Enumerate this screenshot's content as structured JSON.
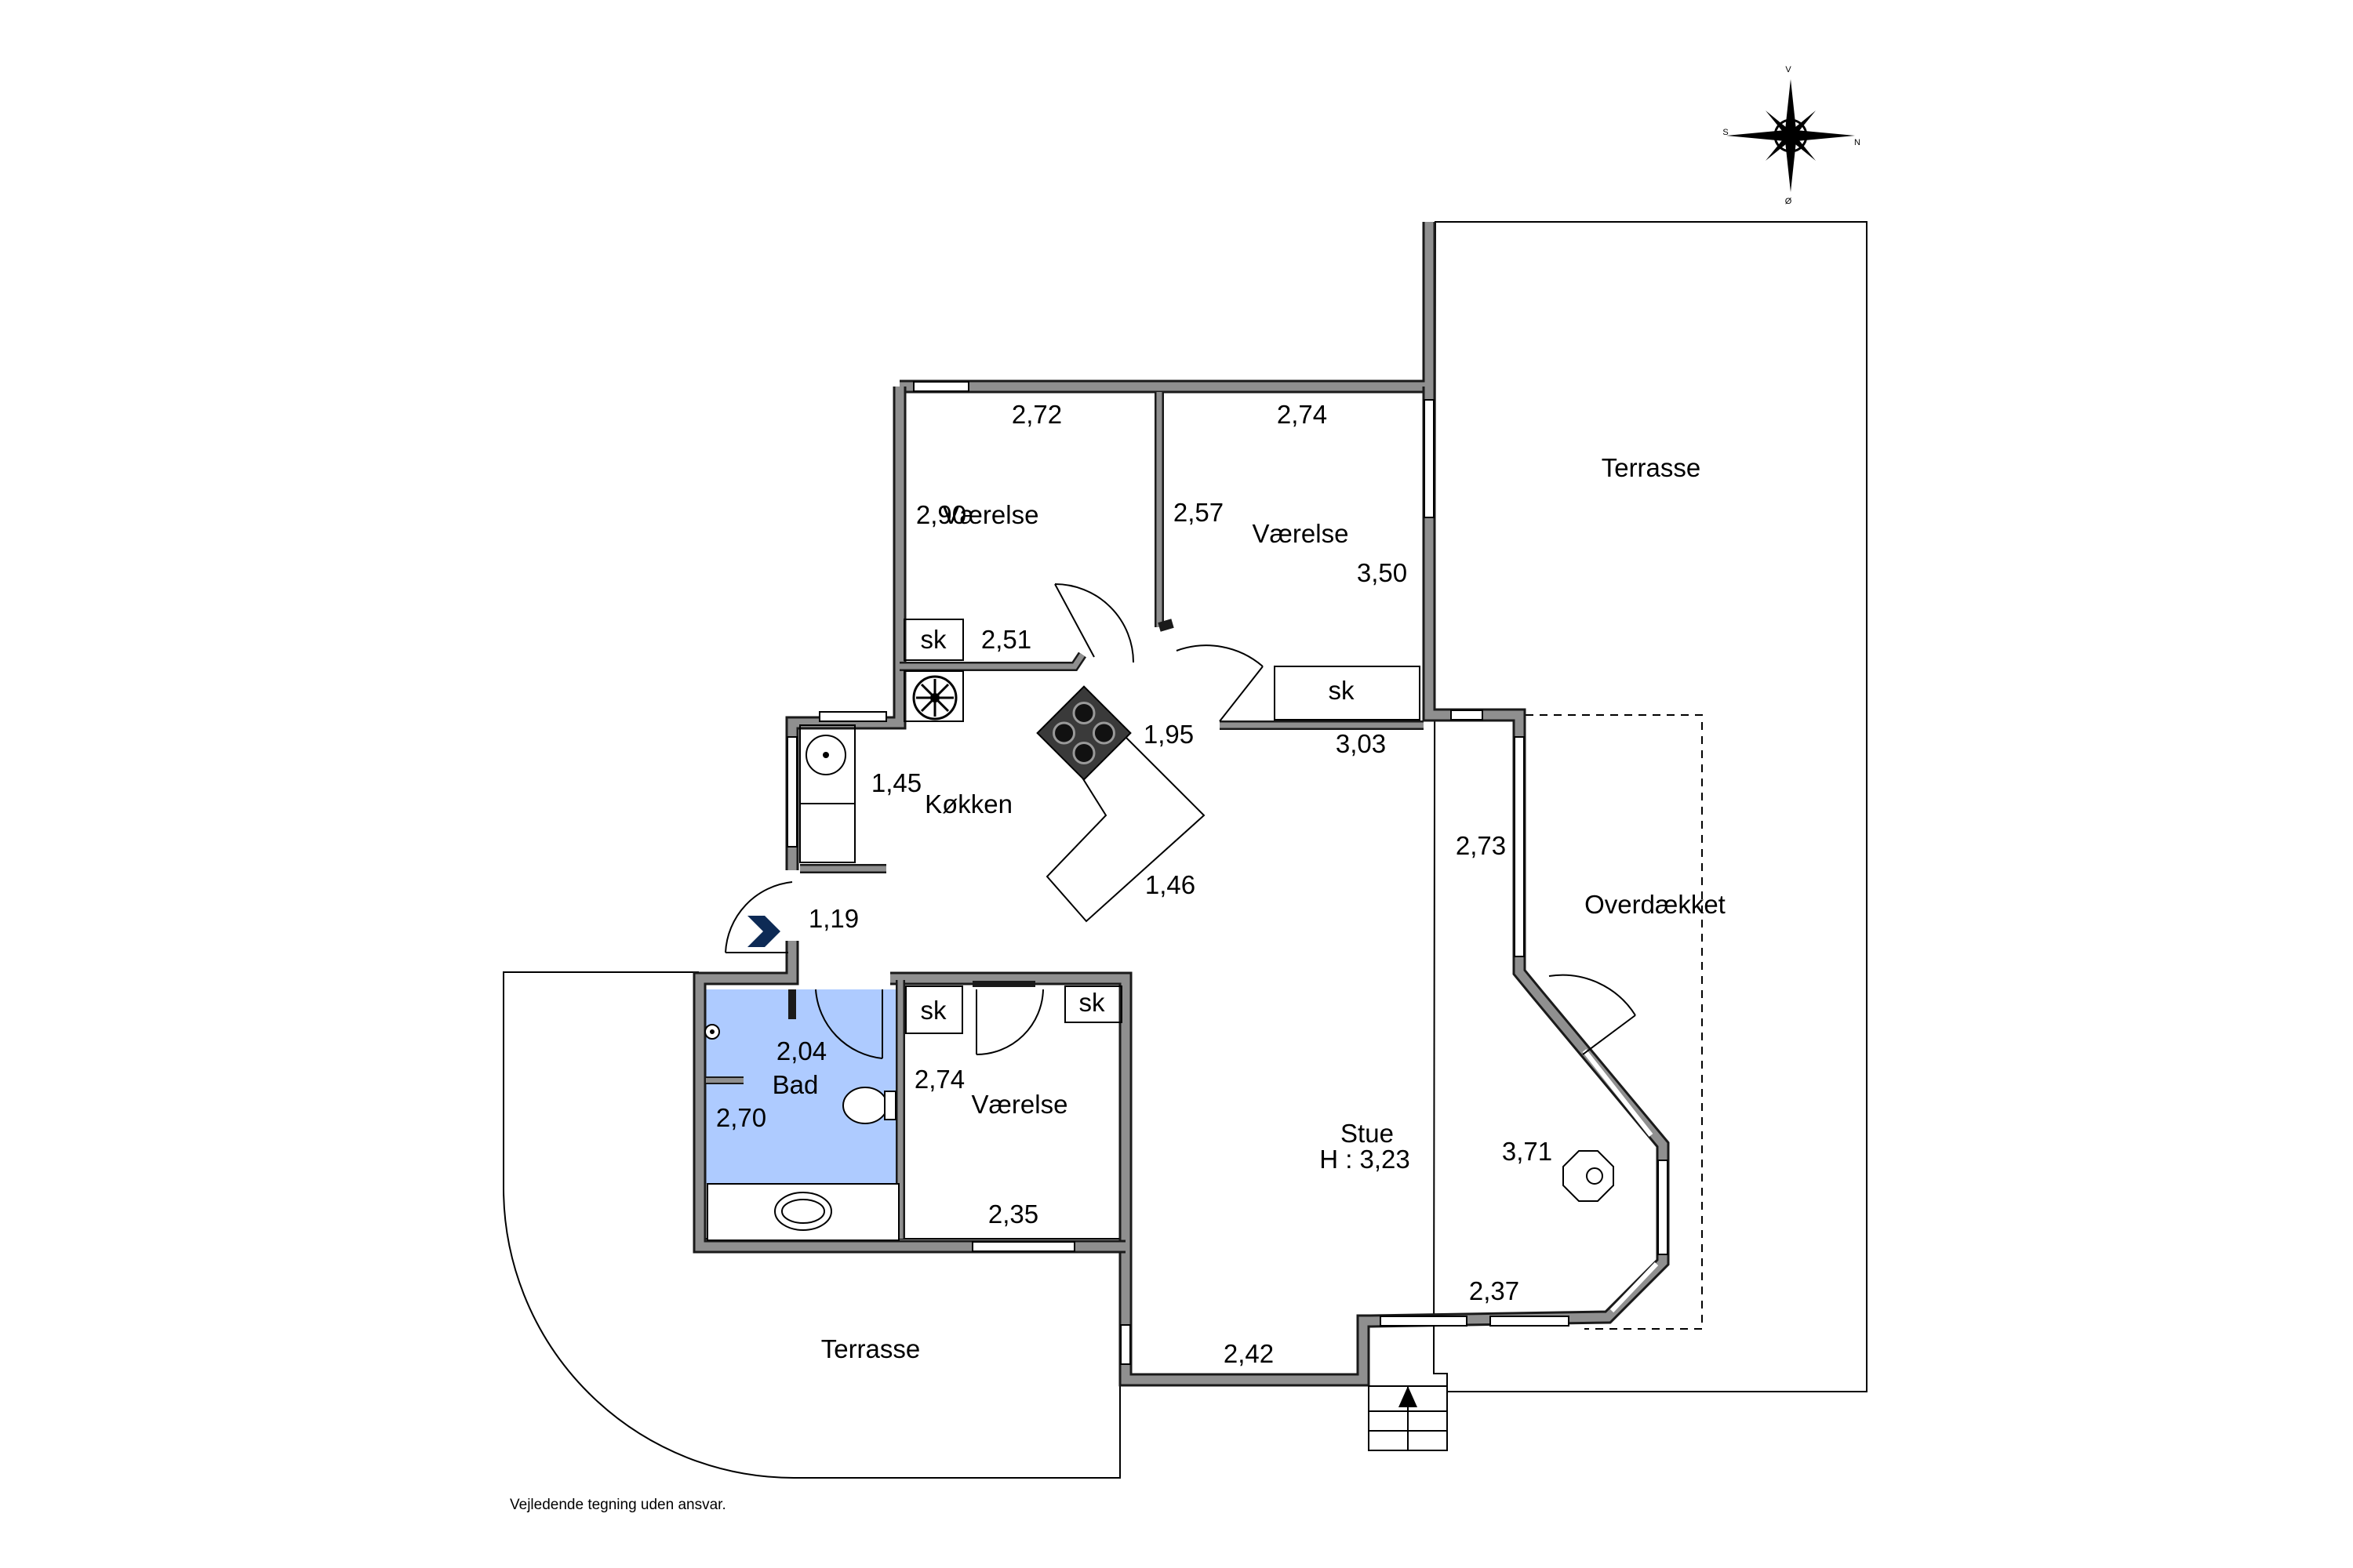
{
  "rooms": {
    "vaerelse_top_left": "Værelse",
    "vaerelse_top_right": "Værelse",
    "koekken": "Køkken",
    "bad": "Bad",
    "vaerelse_bottom": "Værelse",
    "stue": "Stue",
    "stue_height": "H : 3,23",
    "terrasse_right": "Terrasse",
    "terrasse_bottom": "Terrasse",
    "overdaekket": "Overdækket"
  },
  "closets": {
    "sk1": "sk",
    "sk2": "sk",
    "sk3": "sk",
    "sk4": "sk"
  },
  "dimensions": {
    "d272": "2,72",
    "d274_top": "2,74",
    "d290": "2,90",
    "d257": "2,57",
    "d350": "3,50",
    "d251": "2,51",
    "d195": "1,95",
    "d303": "3,03",
    "d145": "1,45",
    "d146": "1,46",
    "d273": "2,73",
    "d119": "1,19",
    "d204": "2,04",
    "d270": "2,70",
    "d274_bottom": "2,74",
    "d235": "2,35",
    "d371": "3,71",
    "d237": "2,37",
    "d242": "2,42"
  },
  "compass": {
    "top": "V",
    "left": "S",
    "right": "N",
    "bottom": "Ø"
  },
  "disclaimer": "Vejledende tegning uden ansvar.",
  "colors": {
    "bathroom_fill": "#aecbff",
    "wall_fill": "#8f8f8f",
    "entrance_arrow": "#0d2a55"
  },
  "icons": {
    "compass": "compass-rose-icon",
    "entrance": "entrance-arrow-icon",
    "stove": "stove-icon",
    "fan": "fan-icon"
  }
}
